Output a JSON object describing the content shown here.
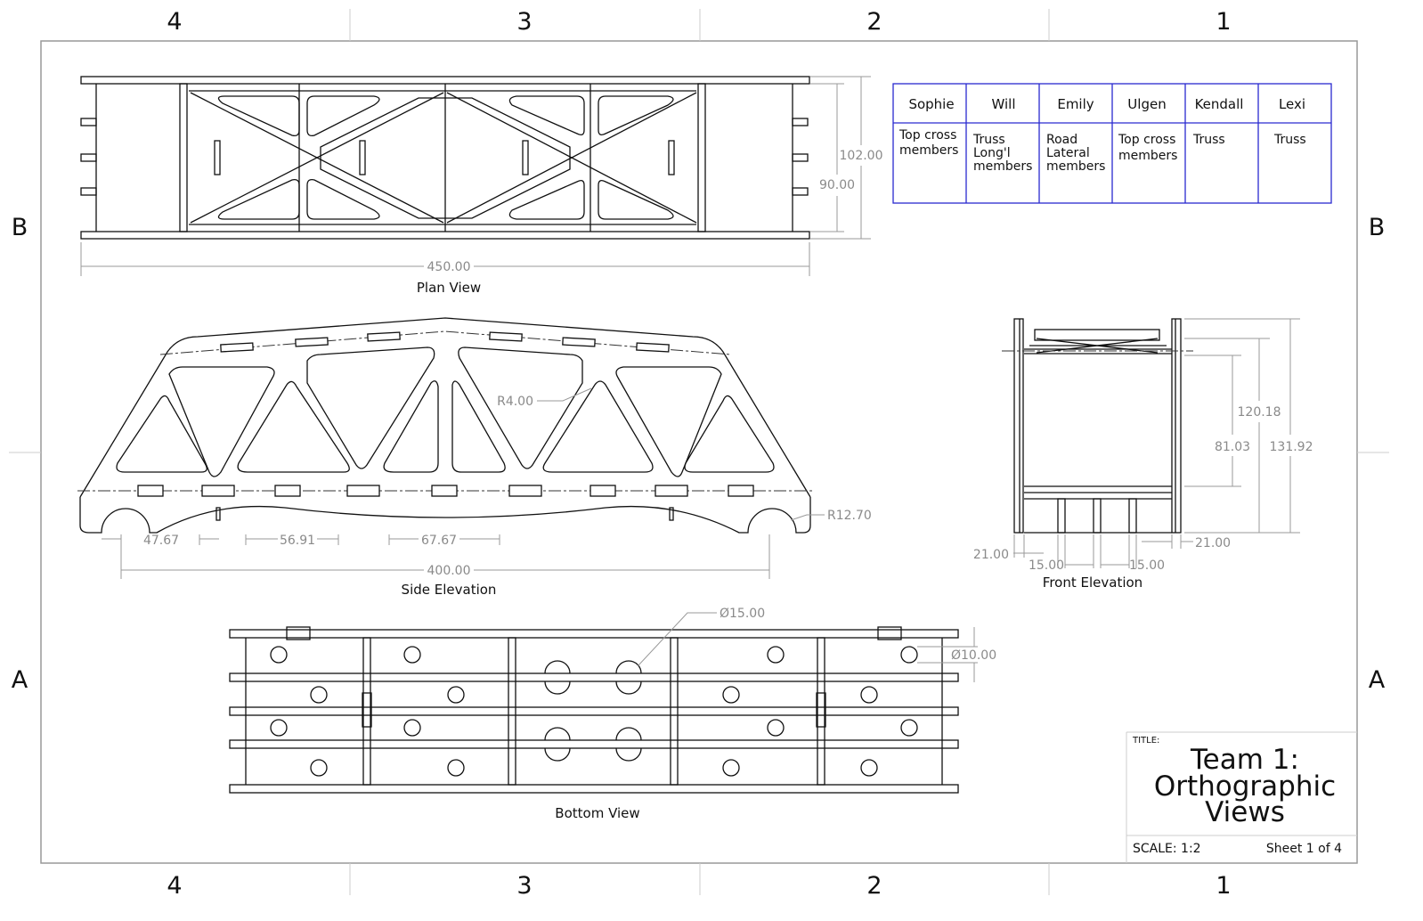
{
  "zones": {
    "columns": [
      "4",
      "3",
      "2",
      "1"
    ],
    "rows": [
      "B",
      "A"
    ]
  },
  "views": {
    "plan": "Plan View",
    "side": "Side Elevation",
    "front": "Front Elevation",
    "bottom": "Bottom View"
  },
  "dimensions": {
    "plan_width": "102.00",
    "plan_inner": "90.00",
    "plan_length": "450.00",
    "radius_small": "R4.00",
    "radius_large": "R12.70",
    "seg_a": "47.67",
    "seg_b": "56.91",
    "seg_c": "67.67",
    "span": "400.00",
    "front_h1": "120.18",
    "front_h2": "81.03",
    "front_h3": "131.92",
    "front_left": "21.00",
    "front_right": "21.00",
    "front_s1": "15.00",
    "front_s2": "15.00",
    "hole_large": "Ø15.00",
    "hole_small": "Ø10.00"
  },
  "team_table": {
    "names": [
      "Sophie",
      "Will",
      "Emily",
      "Ulgen",
      "Kendall",
      "Lexi"
    ],
    "roles": [
      [
        "Top cross",
        "members"
      ],
      [
        "Truss",
        "Long'l",
        "members"
      ],
      [
        "Road",
        "Lateral",
        "members"
      ],
      [
        "Top cross",
        "members"
      ],
      [
        "Truss"
      ],
      [
        "Truss"
      ]
    ],
    "border_color": "#2a2ad0"
  },
  "title_block": {
    "label": "TITLE:",
    "title_lines": [
      "Team 1:",
      "Orthographic",
      "Views"
    ],
    "scale": "SCALE: 1:2",
    "sheet": "Sheet 1 of 4"
  }
}
